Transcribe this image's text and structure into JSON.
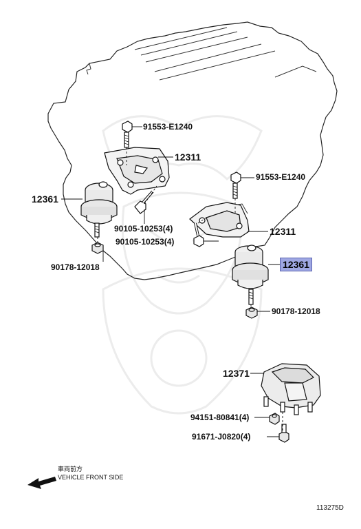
{
  "labels": {
    "bolt_top_left": "91553-E1240",
    "bracket_left": "12311",
    "insulator_left": "12361",
    "bolt_mid_left": "90105-10253(4)",
    "nut_left": "90178-12018",
    "bolt_top_right": "91553-E1240",
    "bolt_mid_right": "90105-10253(4)",
    "bracket_right": "12311",
    "insulator_right": "12361",
    "nut_right": "90178-12018",
    "rear_mount": "12371",
    "nut_rear": "94151-80841(4)",
    "bolt_rear": "91671-J0820(4)"
  },
  "front_note": {
    "japanese": "車両前方",
    "english": "VEHICLE FRONT SIDE"
  },
  "diagram_number": "113275D",
  "highlight_color": "#9fa7e3"
}
